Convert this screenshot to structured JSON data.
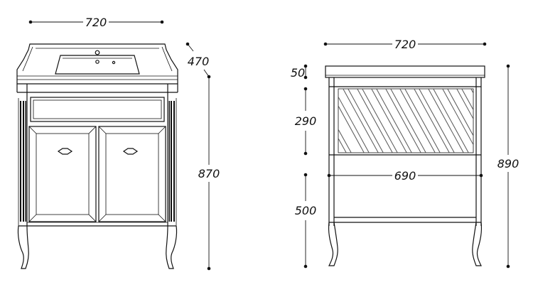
{
  "front_view": {
    "width_label": "720",
    "depth_label": "470",
    "height_label": "870"
  },
  "side_view": {
    "width_label": "720",
    "top_thickness_label": "50",
    "drawer_height_label": "290",
    "inner_width_label": "690",
    "leg_height_label": "500",
    "total_height_label": "890"
  },
  "colors": {
    "line": "#111111",
    "hatch": "#555555",
    "background": "#ffffff"
  }
}
